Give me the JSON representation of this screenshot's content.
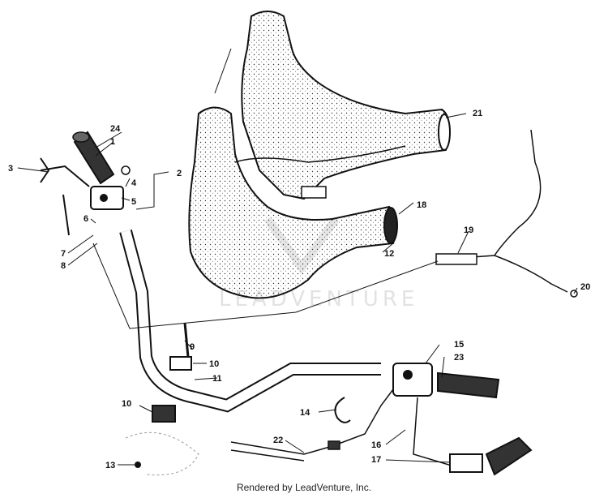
{
  "diagram": {
    "callouts": [
      "24",
      "1",
      "3",
      "2",
      "4",
      "5",
      "6",
      "7",
      "8",
      "21",
      "18",
      "12",
      "19",
      "20",
      "9",
      "10",
      "11",
      "15",
      "23",
      "14",
      "10",
      "22",
      "16",
      "17",
      "13"
    ]
  },
  "watermark": {
    "text": "LEADVENTURE"
  },
  "footer": {
    "text": "Rendered by LeadVenture, Inc."
  },
  "colors": {
    "ink": "#111111",
    "watermark": "#cfcfcf"
  }
}
